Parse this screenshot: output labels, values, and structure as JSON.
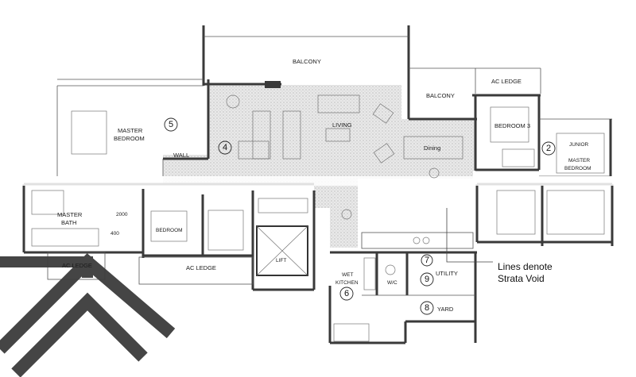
{
  "rooms": {
    "balcony_main": "BALCONY",
    "balcony_side": "BALCONY",
    "ac_ledge_top": "AC LEDGE",
    "master_bedroom": [
      "MASTER",
      "BEDROOM"
    ],
    "wall": "WALL",
    "living": "LIVING",
    "dining": "Dining",
    "bedroom3": "BEDROOM 3",
    "junior_master": [
      "JUNIOR",
      "MASTER",
      "BEDROOM"
    ],
    "master_bath": [
      "MASTER",
      "BATH"
    ],
    "bedroom_small": "BEDROOM",
    "lift": "LIFT",
    "wet_kitchen": [
      "WET",
      "KITCHEN"
    ],
    "wc": "W/C",
    "utility": "UTILITY",
    "yard": "YARD",
    "ac_ledge_left": "AC LEDGE",
    "ac_ledge_bottom": "AC LEDGE"
  },
  "markers": {
    "m2": "2",
    "m4": "4",
    "m5": "5",
    "m6": "6",
    "m7": "7",
    "m8": "8",
    "m9": "9"
  },
  "dimensions": {
    "d2000": "2000",
    "d400": "400"
  },
  "note": {
    "line1": "Lines denote",
    "line2": "Strata Void"
  },
  "colors": {
    "wall": "#3a3a3a",
    "stipple": "#cfcfcf",
    "watermark": "#3c3c3c"
  }
}
